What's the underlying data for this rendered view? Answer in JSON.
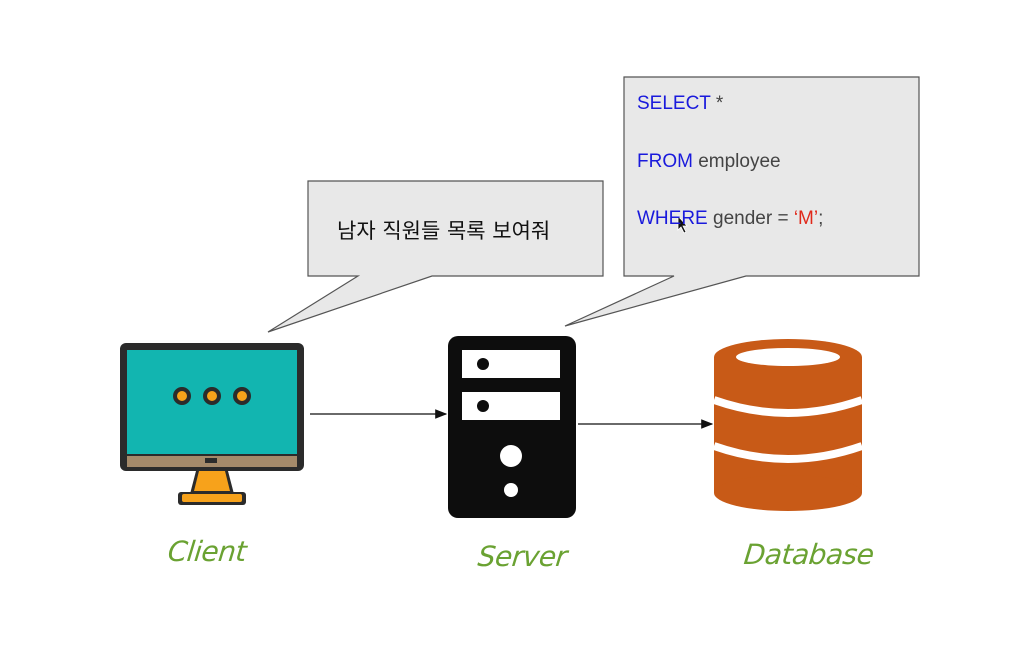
{
  "client_bubble": {
    "text": "남자 직원들 목록 보여줘"
  },
  "server_bubble": {
    "line1_keyword": "SELECT",
    "line1_rest": " *",
    "line2_keyword": "FROM",
    "line2_rest": " employee",
    "line3_keyword": "WHERE",
    "line3_rest": " gender = ",
    "line3_value": "‘M’",
    "line3_end": ";"
  },
  "nodes": {
    "client": "Client",
    "server": "Server",
    "database": "Database"
  },
  "colors": {
    "keyword": "#1a1adc",
    "string": "#e0281a",
    "label": "#6aa232",
    "monitor_screen": "#12b5b0",
    "database": "#c85a17",
    "bubble_fill": "#e8e8e8"
  }
}
